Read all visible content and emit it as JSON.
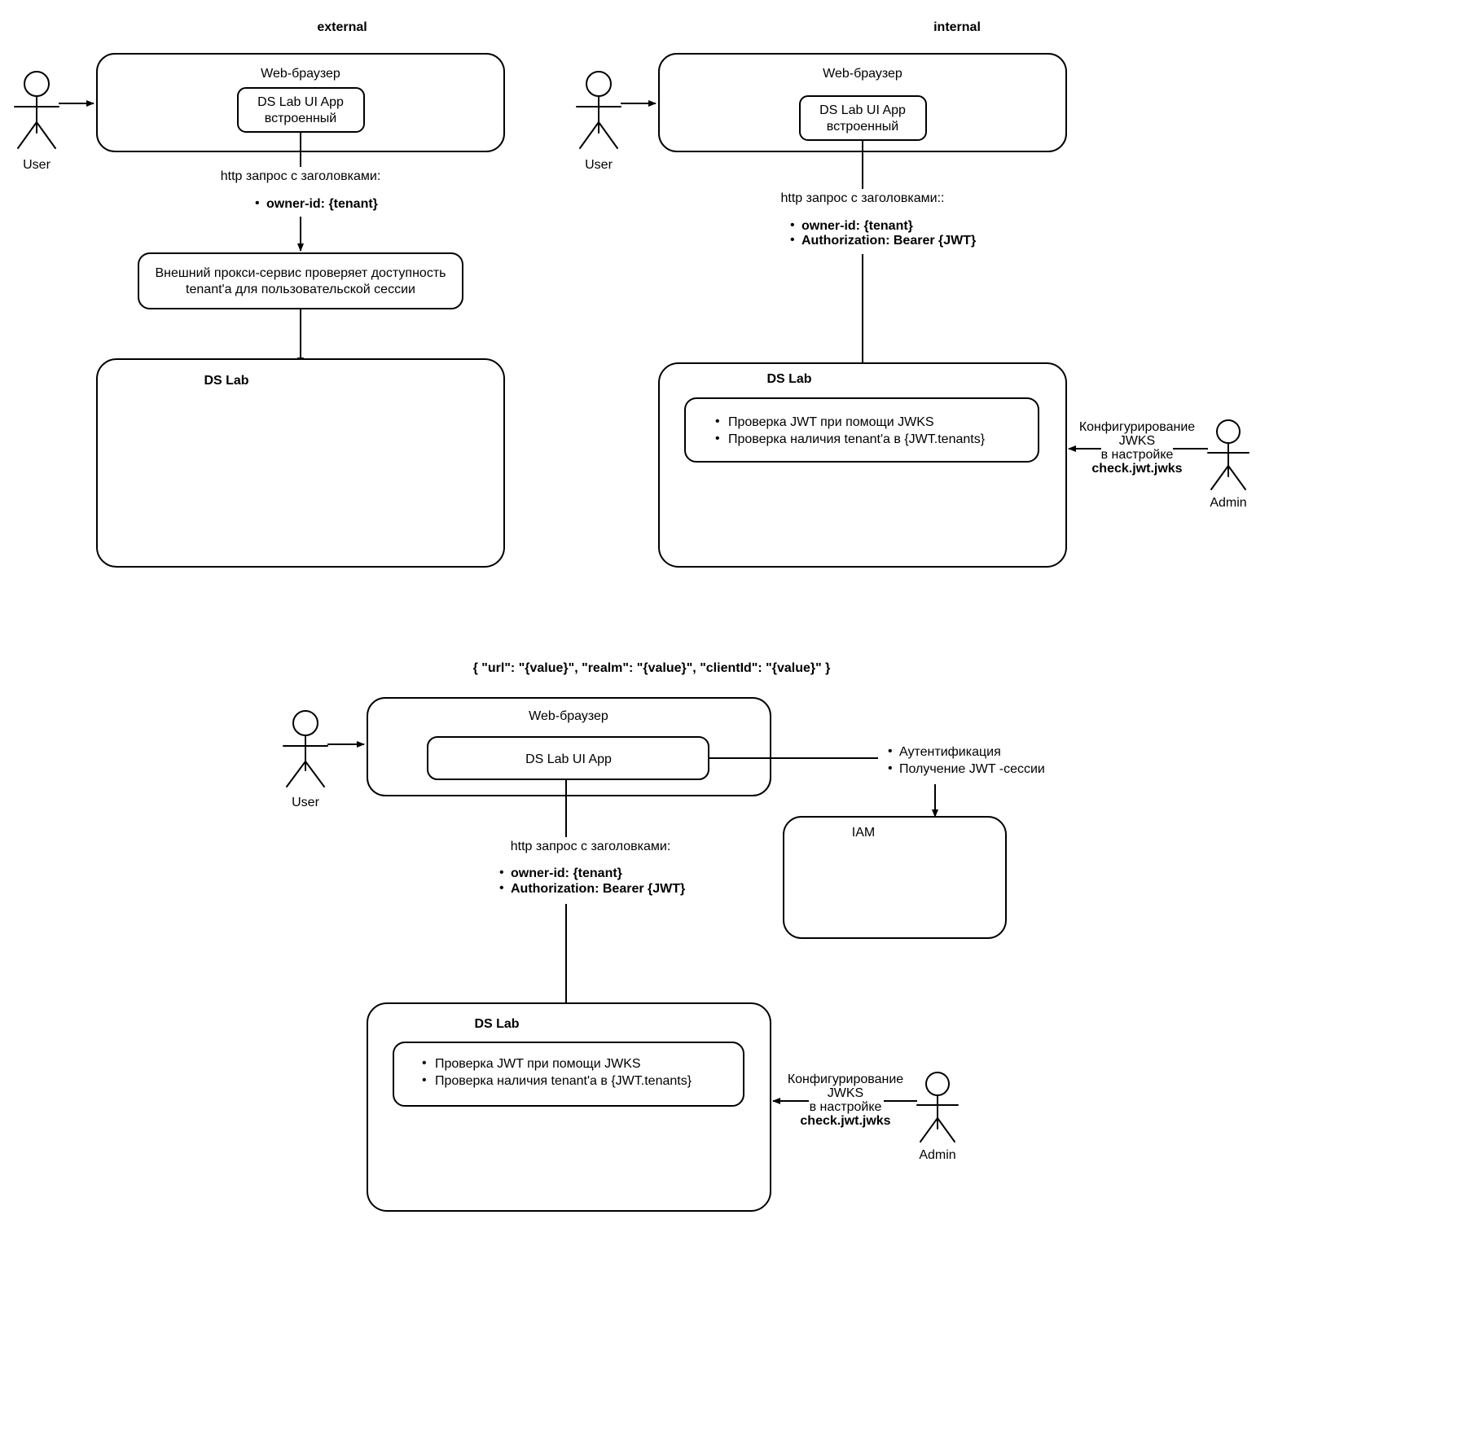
{
  "diagram": {
    "title_external": "external",
    "title_internal": "internal",
    "config_json_note": "{ \"url\": \"{value}\", \"realm\": \"{value}\", \"clientId\": \"{value}\" }"
  },
  "external": {
    "user_label": "User",
    "browser_label": "Web-браузер",
    "ui_app_line1": "DS Lab UI App",
    "ui_app_line2": "встроенный",
    "http_label": "http запрос с заголовками:",
    "headers": [
      "owner-id: {tenant}"
    ],
    "proxy_line1": "Внешний прокси-сервис проверяет доступность",
    "proxy_line2": "tenant'a для пользовательской сессии",
    "dslab_label": "DS Lab"
  },
  "internal": {
    "user_label": "User",
    "browser_label": "Web-браузер",
    "ui_app_line1": "DS Lab UI App",
    "ui_app_line2": "встроенный",
    "http_label": "http запрос с заголовками::",
    "headers": [
      "owner-id: {tenant}",
      "Authorization: Bearer {JWT}"
    ],
    "dslab_label": "DS Lab",
    "checks": [
      "Проверка JWT при помощи JWKS",
      "Проверка наличия tenant'a в {JWT.tenants}"
    ],
    "admin_label": "Admin",
    "admin_note_line1": "Конфигурирование",
    "admin_note_line2": "JWKS",
    "admin_note_line3": "в настройке",
    "admin_note_line4": "check.jwt.jwks"
  },
  "bottom": {
    "config_json_note": "{ \"url\": \"{value}\", \"realm\": \"{value}\", \"clientId\": \"{value}\" }",
    "user_label": "User",
    "browser_label": "Web-браузер",
    "ui_app_label": "DS Lab UI App",
    "iam_label": "IAM",
    "iam_bullets": [
      "Аутентификация",
      "Получение JWT -сессии"
    ],
    "http_label": "http запрос с заголовками:",
    "headers": [
      "owner-id: {tenant}",
      "Authorization: Bearer {JWT}"
    ],
    "dslab_label": "DS Lab",
    "checks": [
      "Проверка JWT при помощи JWKS",
      "Проверка наличия tenant'a в {JWT.tenants}"
    ],
    "admin_label": "Admin",
    "admin_note_line1": "Конфигурирование",
    "admin_note_line2": "JWKS",
    "admin_note_line3": "в настройке",
    "admin_note_line4": "check.jwt.jwks"
  },
  "colors": {
    "stroke": "#000000",
    "fill": "#ffffff",
    "text": "#000000"
  },
  "icons": {
    "user": "user-actor-icon",
    "admin": "admin-actor-icon",
    "arrow": "arrow-icon",
    "bullet": "bullet-dot-icon"
  }
}
